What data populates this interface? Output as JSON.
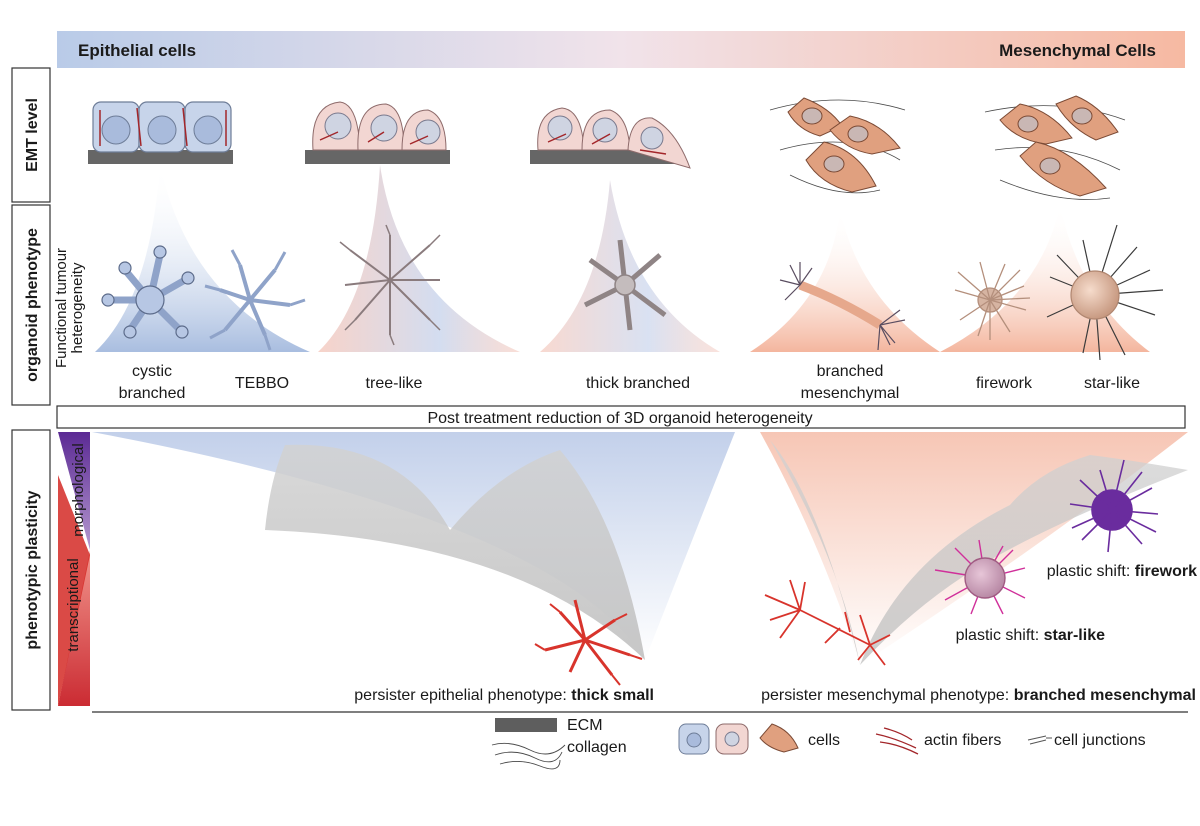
{
  "gradient_bar": {
    "left_label": "Epithelial cells",
    "right_label": "Mesenchymal Cells",
    "left_color": "#b9cbe8",
    "right_color": "#f6b9a2"
  },
  "side_labels": {
    "emt_level": "EMT level",
    "organoid_phenotype": "organoid phenotype",
    "functional_heterogeneity_line1": "Functional tumour",
    "functional_heterogeneity_line2": "heterogeneity",
    "phenotypic_plasticity": "phenotypic plasticity",
    "morphological": "morphological",
    "transcriptional": "transcriptional"
  },
  "phenotypes": [
    {
      "label_line1": "cystic",
      "label_line2": "branched"
    },
    {
      "label_line1": "TEBBO",
      "label_line2": ""
    },
    {
      "label_line1": "tree-like",
      "label_line2": ""
    },
    {
      "label_line1": "thick branched",
      "label_line2": ""
    },
    {
      "label_line1": "branched",
      "label_line2": "mesenchymal"
    },
    {
      "label_line1": "firework",
      "label_line2": ""
    },
    {
      "label_line1": "star-like",
      "label_line2": ""
    }
  ],
  "post_treatment_banner": "Post treatment reduction of 3D organoid heterogeneity",
  "outcomes": {
    "persister_epithelial_prefix": "persister epithelial phenotype: ",
    "persister_epithelial_bold": "thick small",
    "persister_mesenchymal_prefix": "persister mesenchymal phenotype: ",
    "persister_mesenchymal_bold": "branched mesenchymal",
    "plastic_shift_prefix": "plastic shift: ",
    "plastic_shift_firework": "firework",
    "plastic_shift_starlike": "star-like"
  },
  "legend": {
    "ecm": "ECM",
    "collagen": "collagen",
    "cells": "cells",
    "actin_fibers": "actin fibers",
    "cell_junctions": "cell junctions"
  },
  "colors": {
    "epithelial_blue": "#9fb6dc",
    "mesenchymal_salmon": "#f2a98d",
    "persister_red": "#d8342c",
    "plastic_purple": "#6a2c9e",
    "plastic_magenta": "#d0309a",
    "grey_fan": "#c9c9c9"
  },
  "icons": [
    "epithelial-cell-icon",
    "mesenchymal-cell-icon",
    "fibroblast-cell-icon",
    "actin-fibers-icon",
    "cell-junction-icon",
    "ecm-collagen-icon"
  ]
}
